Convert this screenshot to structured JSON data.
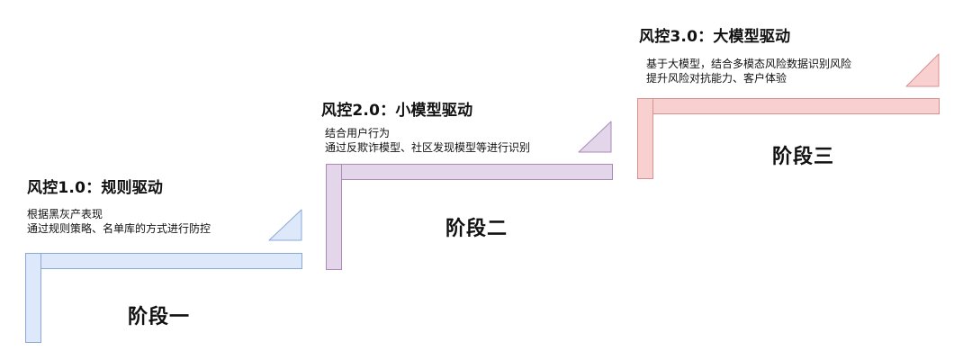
{
  "colors": {
    "stage1_fill": "#dde9fa",
    "stage1_stroke": "#8aa9d6",
    "stage2_fill": "#e4d6ea",
    "stage2_stroke": "#a98bb6",
    "stage3_fill": "#f8d0d0",
    "stage3_stroke": "#d99090"
  },
  "stages": [
    {
      "title": "风控1.0：规则驱动",
      "desc_lines": [
        "根据黑灰产表现",
        "通过规则策略、名单库的方式进行防控"
      ],
      "name": "阶段一"
    },
    {
      "title": "风控2.0：小模型驱动",
      "desc_lines": [
        "结合用户行为",
        "通过反欺诈模型、社区发现模型等进行识别"
      ],
      "name": "阶段二"
    },
    {
      "title": "风控3.0：大模型驱动",
      "desc_lines": [
        "基于大模型，结合多模态风险数据识别风险",
        "提升风险对抗能力、客户体验"
      ],
      "name": "阶段三"
    }
  ]
}
